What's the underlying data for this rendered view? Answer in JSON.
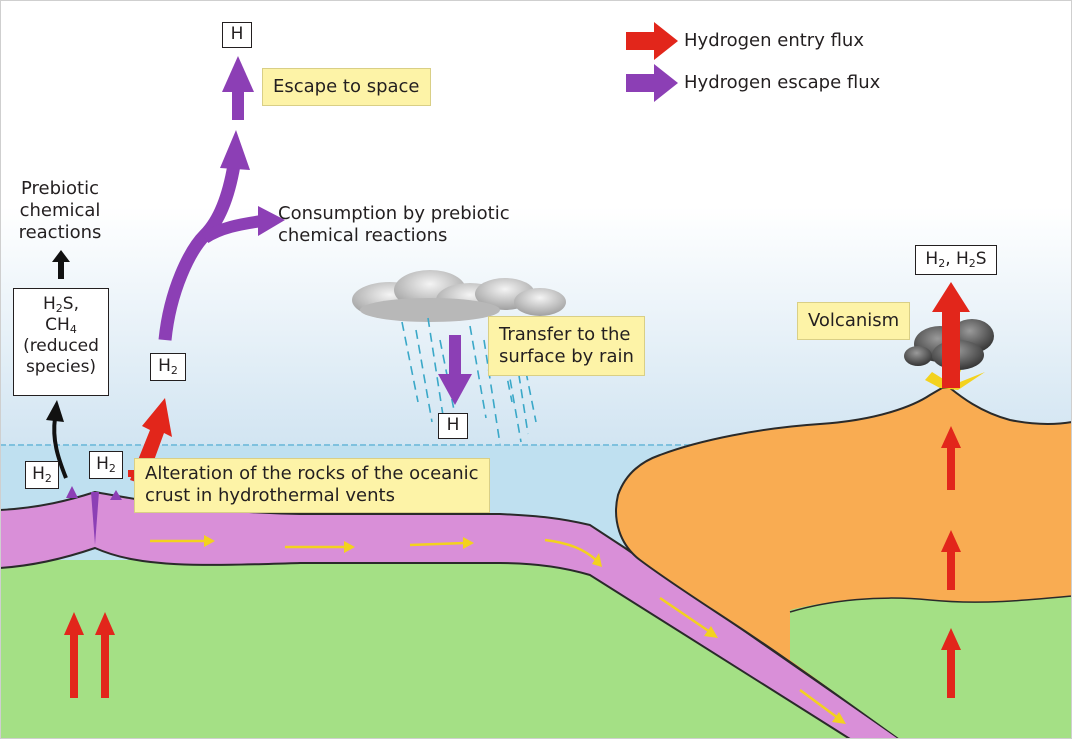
{
  "legend": {
    "entry_label": "Hydrogen entry flux",
    "escape_label": "Hydrogen escape flux",
    "entry_color": "#e2261b",
    "escape_color": "#8c3fb5"
  },
  "colors": {
    "sky_top": "#ffffff",
    "sky_bottom": "#cfe3f1",
    "ocean": "#bfe0f0",
    "mantle": "#a4e085",
    "crust": "#d98fd8",
    "continent": "#f9ac52",
    "label_box": "#fdf3a7",
    "conveyor_arrow": "#f3d21e"
  },
  "labels": {
    "escape_to_space": "Escape to space",
    "consumption_line1": "Consumption by prebiotic",
    "consumption_line2": "chemical reactions",
    "prebiotic_line1": "Prebiotic",
    "prebiotic_line2": "chemical",
    "prebiotic_line3": "reactions",
    "rain_line1": "Transfer to the",
    "rain_line2": "surface by rain",
    "volcanism": "Volcanism",
    "alteration_line1": "Alteration of the rocks of the oceanic",
    "alteration_line2": "crust in hydrothermal vents"
  },
  "species": {
    "h_top": "H",
    "h_rain": "H",
    "h2_main_base": "H",
    "h2_main_sub": "2",
    "h2_vent_base": "H",
    "h2_vent_sub": "2",
    "h2_left_base": "H",
    "h2_left_sub": "2",
    "volcanic": {
      "h": "H",
      "sub2": "2",
      "sep": ", H",
      "sub2b": "2",
      "s": "S"
    },
    "reduced": {
      "line1_base": "H",
      "line1_sub": "2",
      "line1_end": "S,",
      "line2_base": "CH",
      "line2_sub": "4",
      "line3": "(reduced",
      "line4": "species)"
    }
  }
}
